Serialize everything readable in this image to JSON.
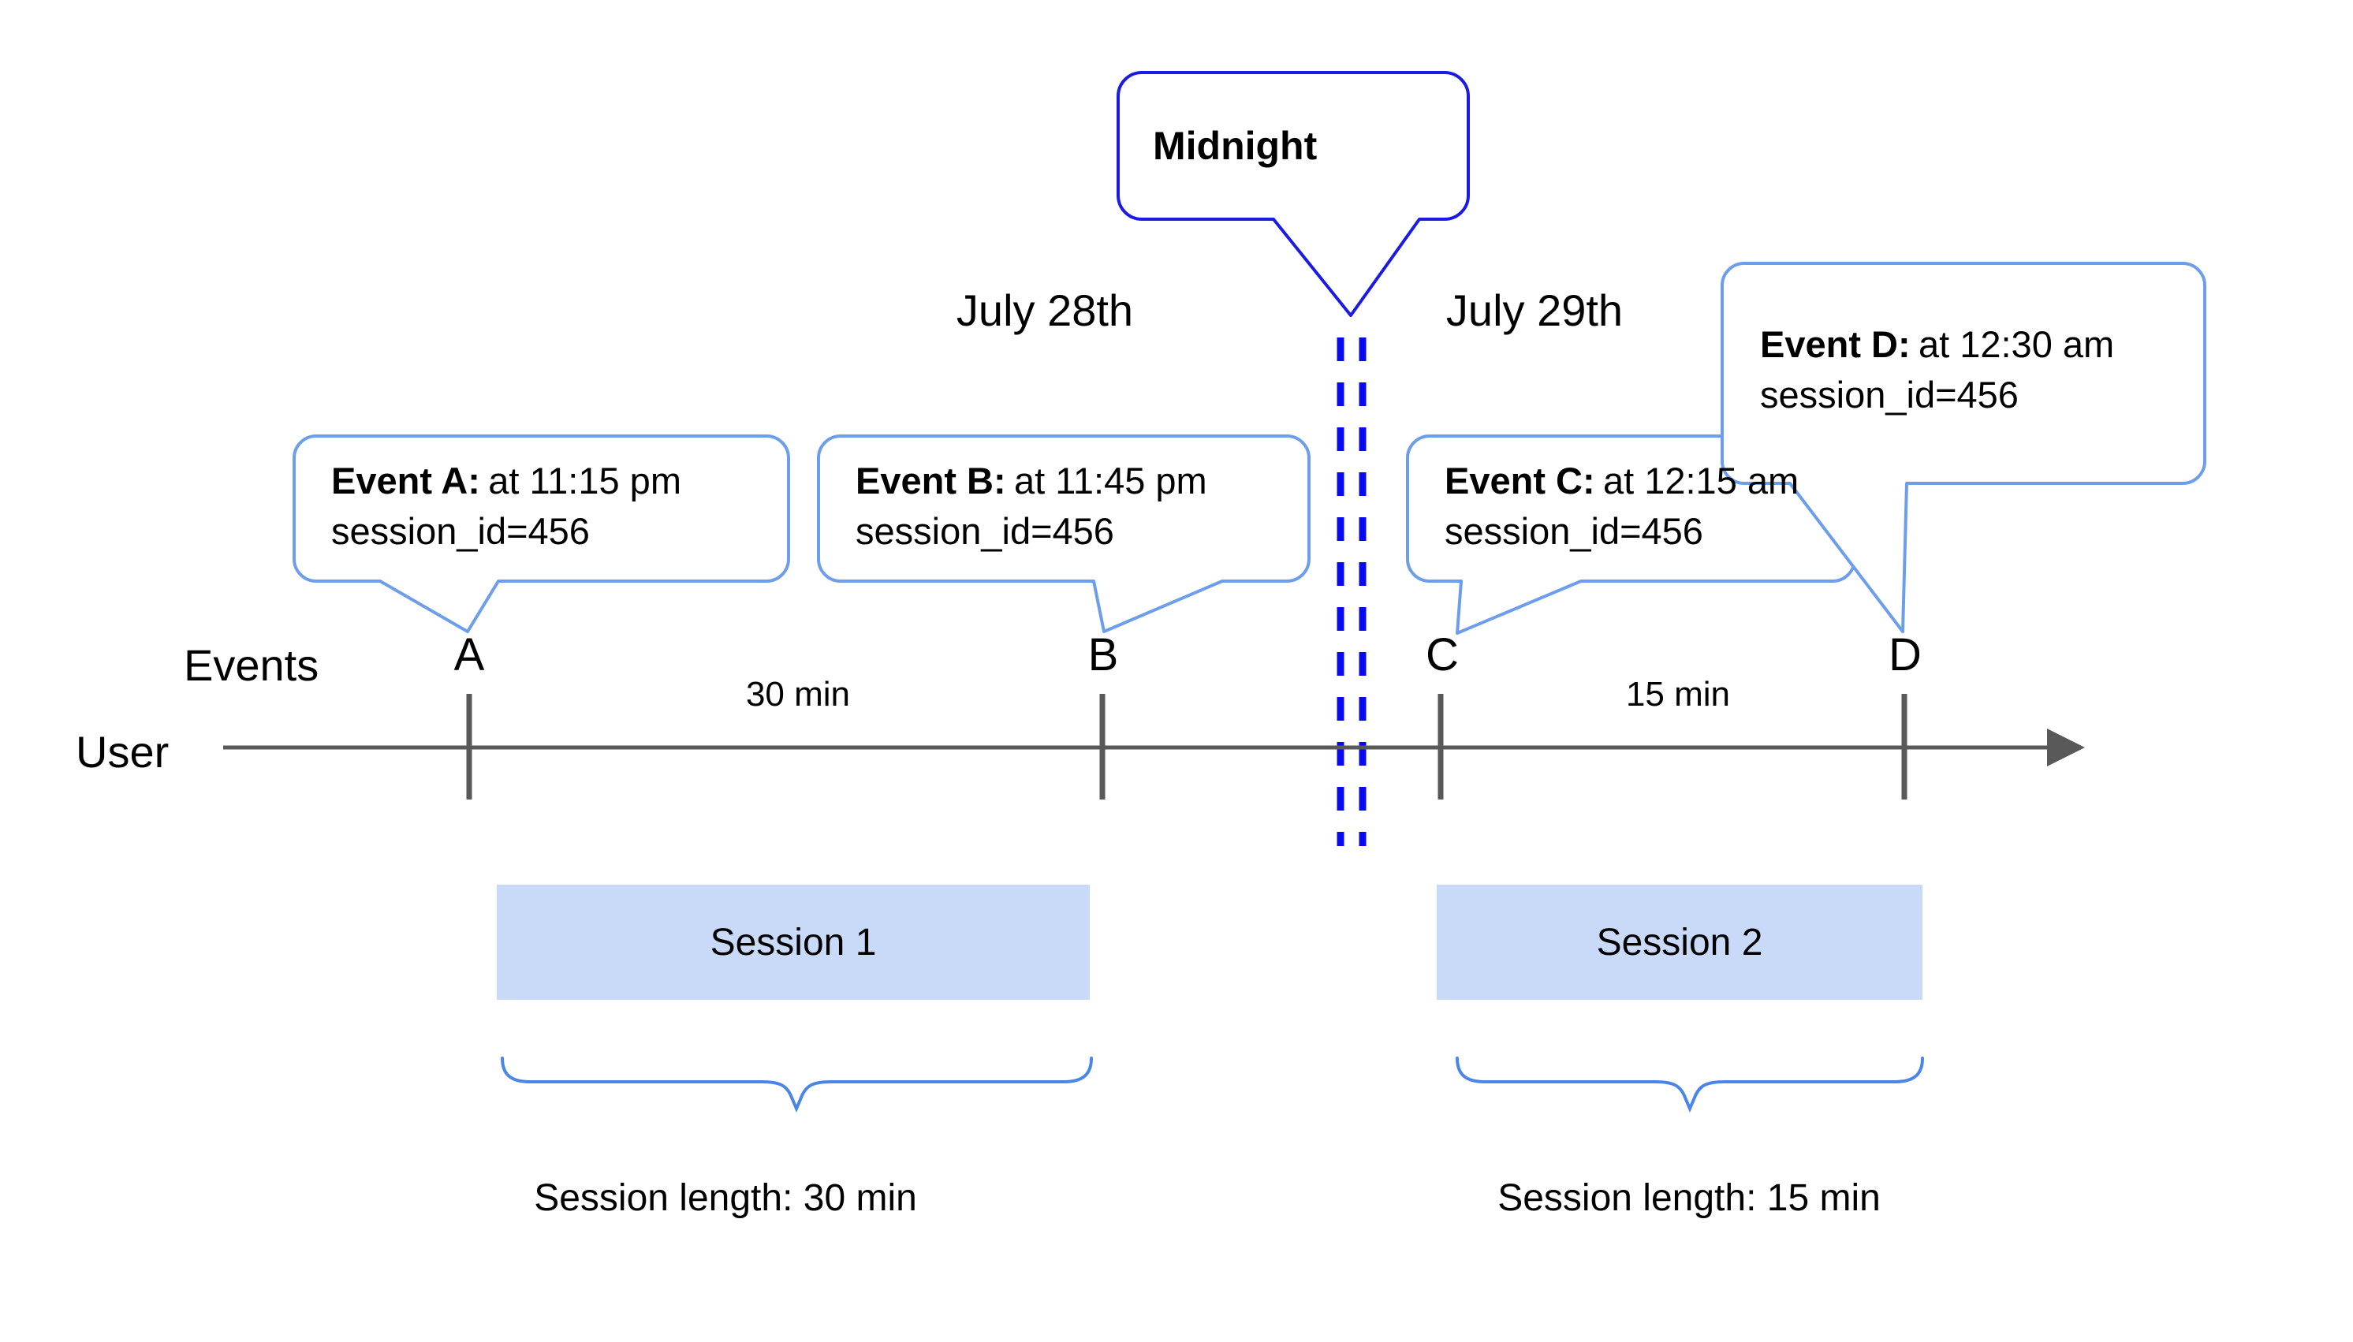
{
  "timeline": {
    "events_label": "Events",
    "user_label": "User",
    "date_left": "July 28th",
    "date_right": "July 29th",
    "midnight": "Midnight",
    "ticks": [
      "A",
      "B",
      "C",
      "D"
    ],
    "gap_labels": [
      "30 min",
      "15 min"
    ],
    "bubbles": [
      {
        "title": "Event A:",
        "time": "at 11:15 pm",
        "line2": "session_id=456"
      },
      {
        "title": "Event B:",
        "time": "at 11:45 pm",
        "line2": "session_id=456"
      },
      {
        "title": "Event C:",
        "time": "at 12:15 am",
        "line2": "session_id=456"
      },
      {
        "title": "Event D:",
        "time": "at 12:30 am",
        "line2": "session_id=456"
      }
    ],
    "sessions": [
      {
        "name": "Session 1",
        "length": "Session length: 30 min"
      },
      {
        "name": "Session 2",
        "length": "Session length: 15 min"
      }
    ],
    "colors": {
      "axis_gray": "#595959",
      "bubble_border_blue": "#6d9eeb",
      "midnight_border_blue": "#1b1be4",
      "dashed_line_blue": "#0909ef",
      "brace_blue": "#4a86e8",
      "session_fill_blue": "#c9daf8"
    }
  }
}
